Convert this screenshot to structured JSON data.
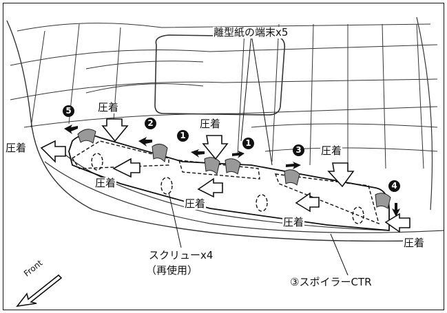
{
  "labels": {
    "release_paper_ends": "離型紙の端末x5",
    "screws_line1": "スクリューx4",
    "screws_line2": "（再使用）",
    "spoiler": "③スポイラーCTR",
    "front": "Front",
    "press": "圧着"
  },
  "step_numbers": [
    "1",
    "1",
    "2",
    "3",
    "4",
    "5"
  ]
}
